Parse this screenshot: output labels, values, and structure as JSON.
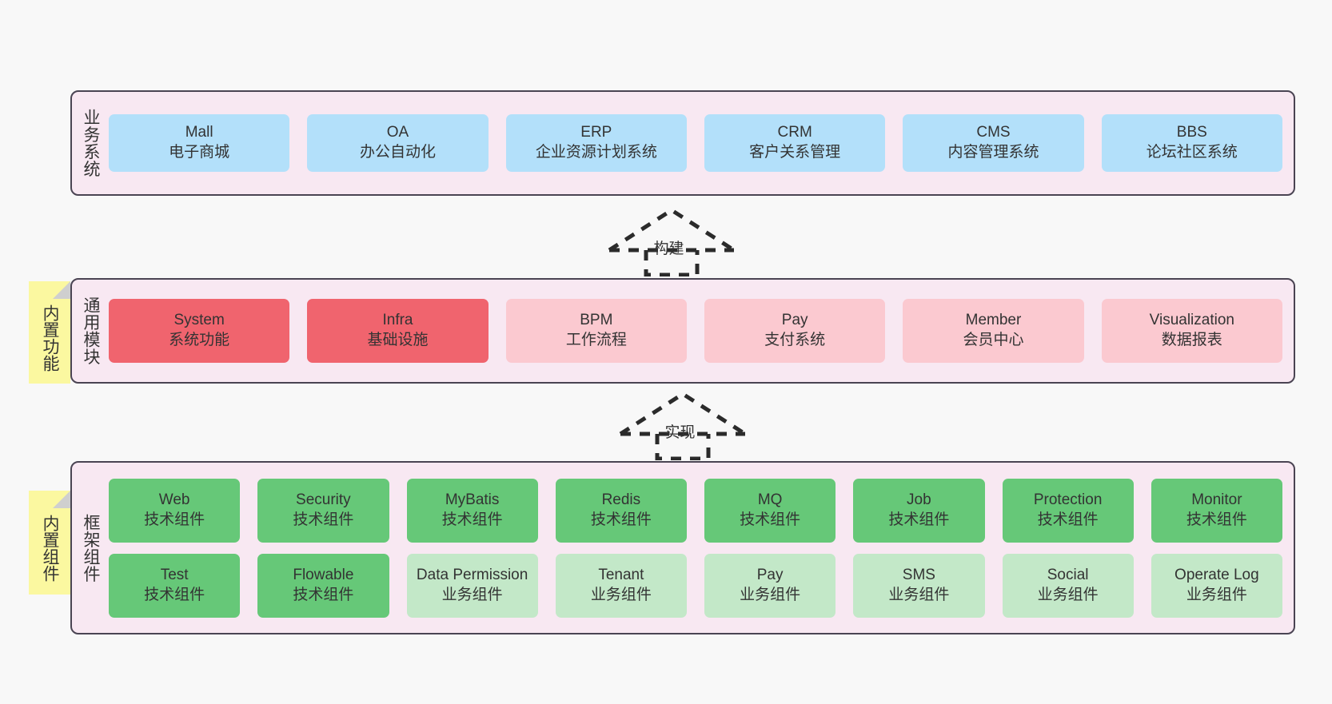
{
  "colors": {
    "canvas_bg": "#f8f8f8",
    "layer_bg": "#f8e8f2",
    "layer_border": "#4a4453",
    "business_card": "#b3e0fa",
    "common_card_primary": "#f0646e",
    "common_card_secondary": "#fbc9d0",
    "framework_card_tech": "#66c878",
    "framework_card_business": "#c3e8c8",
    "note_bg": "#fbf8a0",
    "note_fold": "#cfcfcf",
    "text": "#333333"
  },
  "notes": [
    {
      "name": "builtin-function",
      "label": "内置功能"
    },
    {
      "name": "builtin-component",
      "label": "内置组件"
    }
  ],
  "connectors": [
    {
      "name": "build",
      "label": "构建",
      "style": "dashed-generalization-up"
    },
    {
      "name": "implement",
      "label": "实现",
      "style": "dashed-generalization-up"
    }
  ],
  "layers": [
    {
      "name": "business-system",
      "title": "业务系统",
      "rows": [
        {
          "cards": [
            {
              "en": "Mall",
              "cn": "电子商城",
              "color": "blue"
            },
            {
              "en": "OA",
              "cn": "办公自动化",
              "color": "blue"
            },
            {
              "en": "ERP",
              "cn": "企业资源计划系统",
              "color": "blue"
            },
            {
              "en": "CRM",
              "cn": "客户关系管理",
              "color": "blue"
            },
            {
              "en": "CMS",
              "cn": "内容管理系统",
              "color": "blue"
            },
            {
              "en": "BBS",
              "cn": "论坛社区系统",
              "color": "blue"
            }
          ]
        }
      ]
    },
    {
      "name": "common-module",
      "title": "通用模块",
      "rows": [
        {
          "cards": [
            {
              "en": "System",
              "cn": "系统功能",
              "color": "red"
            },
            {
              "en": "Infra",
              "cn": "基础设施",
              "color": "red"
            },
            {
              "en": "BPM",
              "cn": "工作流程",
              "color": "pink"
            },
            {
              "en": "Pay",
              "cn": "支付系统",
              "color": "pink"
            },
            {
              "en": "Member",
              "cn": "会员中心",
              "color": "pink"
            },
            {
              "en": "Visualization",
              "cn": "数据报表",
              "color": "pink"
            }
          ]
        }
      ]
    },
    {
      "name": "framework-component",
      "title": "框架组件",
      "rows": [
        {
          "cards": [
            {
              "en": "Web",
              "cn": "技术组件",
              "color": "green"
            },
            {
              "en": "Security",
              "cn": "技术组件",
              "color": "green"
            },
            {
              "en": "MyBatis",
              "cn": "技术组件",
              "color": "green"
            },
            {
              "en": "Redis",
              "cn": "技术组件",
              "color": "green"
            },
            {
              "en": "MQ",
              "cn": "技术组件",
              "color": "green"
            },
            {
              "en": "Job",
              "cn": "技术组件",
              "color": "green"
            },
            {
              "en": "Protection",
              "cn": "技术组件",
              "color": "green"
            },
            {
              "en": "Monitor",
              "cn": "技术组件",
              "color": "green"
            }
          ]
        },
        {
          "cards": [
            {
              "en": "Test",
              "cn": "技术组件",
              "color": "green"
            },
            {
              "en": "Flowable",
              "cn": "技术组件",
              "color": "green"
            },
            {
              "en": "Data Permission",
              "cn": "业务组件",
              "color": "lightgreen"
            },
            {
              "en": "Tenant",
              "cn": "业务组件",
              "color": "lightgreen"
            },
            {
              "en": "Pay",
              "cn": "业务组件",
              "color": "lightgreen"
            },
            {
              "en": "SMS",
              "cn": "业务组件",
              "color": "lightgreen"
            },
            {
              "en": "Social",
              "cn": "业务组件",
              "color": "lightgreen"
            },
            {
              "en": "Operate Log",
              "cn": "业务组件",
              "color": "lightgreen"
            }
          ]
        }
      ]
    }
  ]
}
